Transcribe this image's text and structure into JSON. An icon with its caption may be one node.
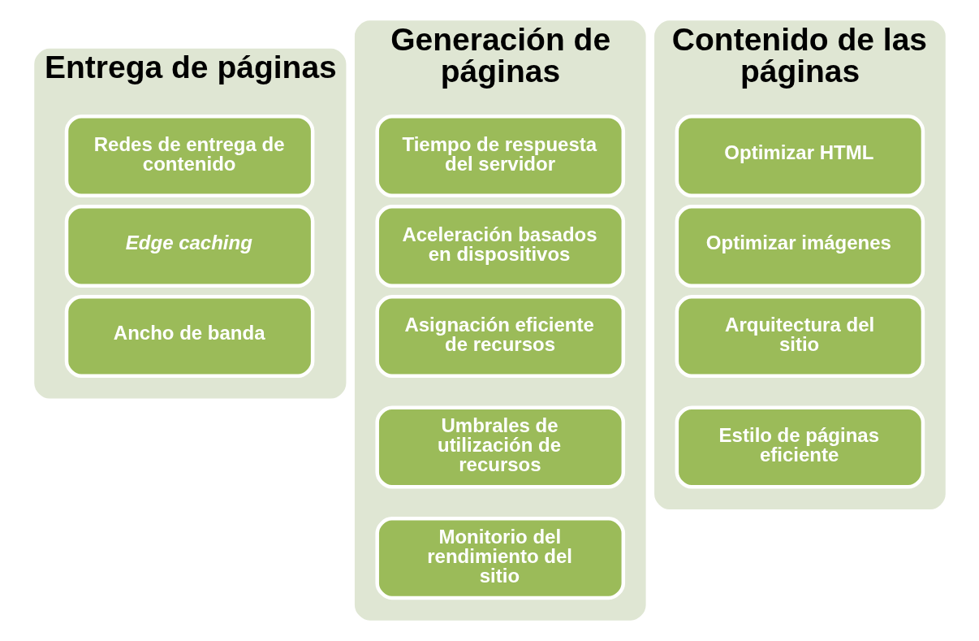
{
  "diagram": {
    "nodes": [
      {
        "text": [
          "Entrega de páginas"
        ]
      },
      {
        "text": [
          "Redes de entrega de contenido"
        ],
        "in": 0
      },
      {
        "text": [
          "Edge caching"
        ],
        "in": 0
      },
      {
        "text": [
          "Ancho de banda"
        ],
        "in": 0
      },
      {
        "text": [
          "Generación de páginas"
        ]
      },
      {
        "text": [
          "Tiempo de respuesta del servidor"
        ],
        "in": 4
      },
      {
        "text": [
          "Aceleración basados en dispositivos"
        ],
        "in": 4
      },
      {
        "text": [
          "Asignación eficiente de recursos"
        ],
        "in": 4
      },
      {
        "text": [
          "Umbrales de utilización de recursos"
        ],
        "in": 4
      },
      {
        "text": [
          "Monitorio del rendimiento del sitio"
        ],
        "in": 4
      },
      {
        "text": [
          "Contenido de las páginas"
        ]
      },
      {
        "text": [
          "Optimizar HTML"
        ],
        "in": 10
      },
      {
        "text": [
          "Optimizar imágenes"
        ],
        "in": 10
      },
      {
        "text": [
          "Arquitectura del sitio"
        ],
        "in": 10
      },
      {
        "text": [
          "Estilo de páginas eficiente"
        ],
        "in": 10
      }
    ],
    "edges": []
  }
}
